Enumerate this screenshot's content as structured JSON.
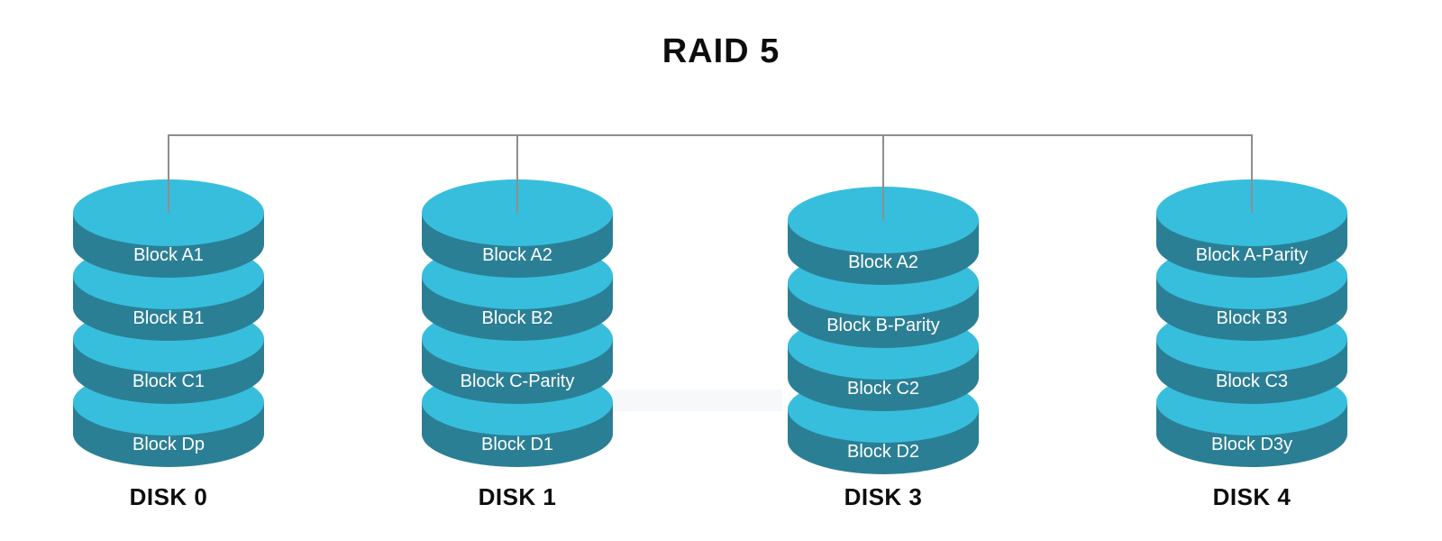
{
  "title": "RAID 5",
  "colors": {
    "platter_top": "#37bedd",
    "platter_side": "#2b7f95",
    "connector": "#8e8e8e",
    "block_text": "#ffffff",
    "disk_text": "#0d0d0d",
    "background": "#ffffff",
    "artifact": "#f7f8f9"
  },
  "disks": [
    {
      "name": "DISK 0",
      "blocks": [
        "Block A1",
        "Block B1",
        "Block C1",
        "Block Dp"
      ]
    },
    {
      "name": "DISK 1",
      "blocks": [
        "Block A2",
        "Block B2",
        "Block C-Parity",
        "Block D1"
      ]
    },
    {
      "name": "DISK 3",
      "blocks": [
        "Block A2",
        "Block B-Parity",
        "Block C2",
        "Block D2"
      ]
    },
    {
      "name": "DISK 4",
      "blocks": [
        "Block A-Parity",
        "Block B3",
        "Block C3",
        "Block D3y"
      ]
    }
  ]
}
